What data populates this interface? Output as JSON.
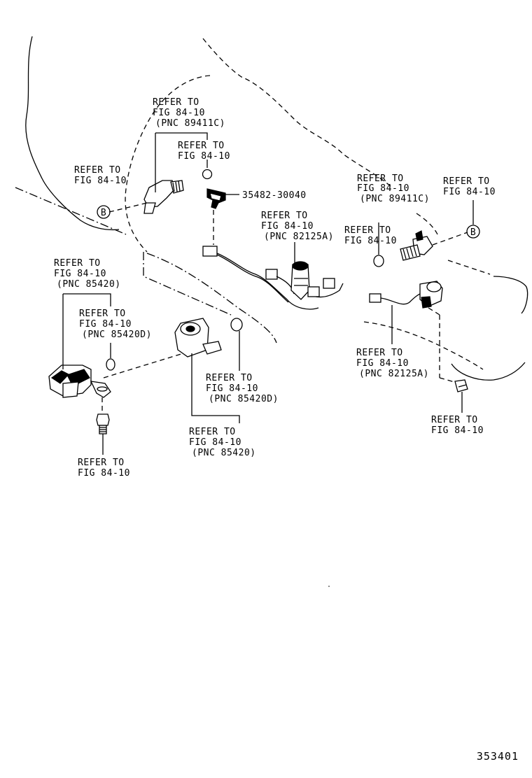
{
  "callouts": {
    "c1": [
      "REFER TO",
      "FIG 84-10",
      "(PNC 89411C)"
    ],
    "c2": [
      "REFER TO",
      "FIG 84-10"
    ],
    "c3": [
      "REFER TO",
      "FIG 84-10"
    ],
    "c4_part": "35482-30040",
    "c5": [
      "REFER TO",
      "FIG 84-10",
      "(PNC 82125A)"
    ],
    "c6": [
      "REFER TO",
      "FIG 84-10",
      "(PNC 89411C)"
    ],
    "c7": [
      "REFER TO",
      "FIG 84-10"
    ],
    "c8": [
      "REFER TO",
      "FIG 84-10"
    ],
    "c9": [
      "REFER TO",
      "FIG 84-10",
      "(PNC 85420)"
    ],
    "c10": [
      "REFER TO",
      "FIG 84-10",
      "(PNC 85420D)"
    ],
    "c11": [
      "REFER TO",
      "FIG 84-10",
      "(PNC 85420D)"
    ],
    "c12": [
      "REFER TO",
      "FIG 84-10",
      "(PNC 85420)"
    ],
    "c13": [
      "REFER TO",
      "FIG 84-10"
    ],
    "c14": [
      "REFER TO",
      "FIG 84-10",
      "(PNC 82125A)"
    ],
    "c15": [
      "REFER TO",
      "FIG 84-10"
    ]
  },
  "markers": {
    "left": "B",
    "right": "B"
  },
  "figure_number": "353401"
}
